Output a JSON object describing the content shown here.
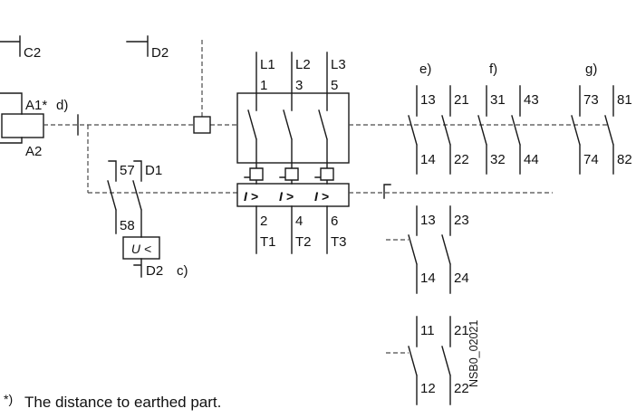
{
  "terminals": {
    "c2": "C2",
    "d2_top": "D2",
    "a1": "A1*",
    "d": "d)",
    "a2": "A2",
    "t57": "57",
    "d1": "D1",
    "t58": "58",
    "undervoltage": "U <",
    "d2_bottom": "D2",
    "c": "c)"
  },
  "breaker": {
    "line_labels": [
      "L1",
      "L2",
      "L3"
    ],
    "line_numbers": [
      "1",
      "3",
      "5"
    ],
    "load_numbers": [
      "2",
      "4",
      "6"
    ],
    "load_labels": [
      "T1",
      "T2",
      "T3"
    ],
    "overload_symbol": "I >"
  },
  "aux_groups": [
    {
      "label": "e)",
      "top": [
        "13",
        "21"
      ],
      "bottom": [
        "14",
        "22"
      ]
    },
    {
      "label": "f)",
      "top": [
        "31",
        "43"
      ],
      "bottom": [
        "32",
        "44"
      ]
    },
    {
      "label": "g)",
      "top": [
        "73",
        "81"
      ],
      "bottom": [
        "74",
        "82"
      ]
    }
  ],
  "alarm_groups": [
    {
      "top": [
        "13",
        "23"
      ],
      "bottom": [
        "14",
        "24"
      ]
    },
    {
      "top": [
        "11",
        "21"
      ],
      "bottom": [
        "12",
        "22"
      ]
    }
  ],
  "watermark": "NSB0_02021",
  "footnote": {
    "marker": "*)",
    "text": "The distance to earthed part."
  }
}
